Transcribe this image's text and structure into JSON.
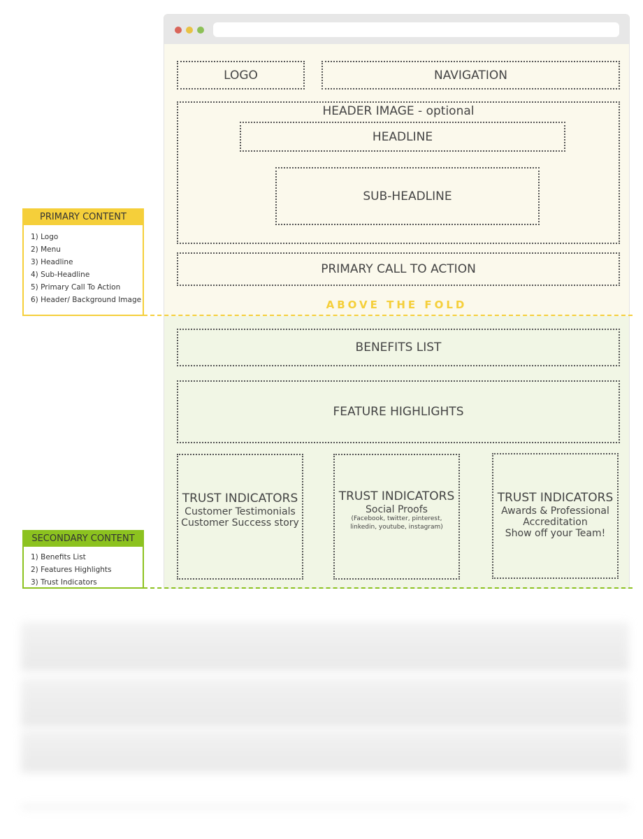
{
  "wireframe": {
    "logo": "LOGO",
    "navigation": "NAVIGATION",
    "header_image": "HEADER IMAGE - optional",
    "headline": "HEADLINE",
    "sub_headline": "SUB-HEADLINE",
    "primary_cta": "PRIMARY CALL TO ACTION",
    "above_the_fold": "ABOVE THE FOLD",
    "benefits_list": "BENEFITS LIST",
    "feature_highlights": "FEATURE HIGHLIGHTS",
    "trust_indicators": [
      {
        "title": "TRUST INDICATORS",
        "lines": [
          "Customer Testimonials",
          "Customer Success story"
        ],
        "small": ""
      },
      {
        "title": "TRUST INDICATORS",
        "lines": [
          "Social Proofs"
        ],
        "small": "(Facebook, twitter, pinterest, linkedin, youtube, instagram)"
      },
      {
        "title": "TRUST INDICATORS",
        "lines": [
          "Awards & Professional",
          "Accreditation",
          "Show off your Team!"
        ],
        "small": ""
      }
    ]
  },
  "legend": {
    "primary": {
      "title": "PRIMARY CONTENT",
      "items": [
        "1) Logo",
        "2) Menu",
        "3) Headline",
        "4) Sub-Headline",
        "5) Primary Call To Action",
        "6) Header/ Background Image"
      ]
    },
    "secondary": {
      "title": "SECONDARY CONTENT",
      "items": [
        "1) Benefits List",
        "2) Features Highlights",
        "3) Trust Indicators"
      ]
    }
  },
  "colors": {
    "primary_accent": "#f5cf3a",
    "secondary_accent": "#8cc21f",
    "above_fold_bg": "#fbf9ec",
    "below_fold_bg": "#f1f6e5"
  }
}
